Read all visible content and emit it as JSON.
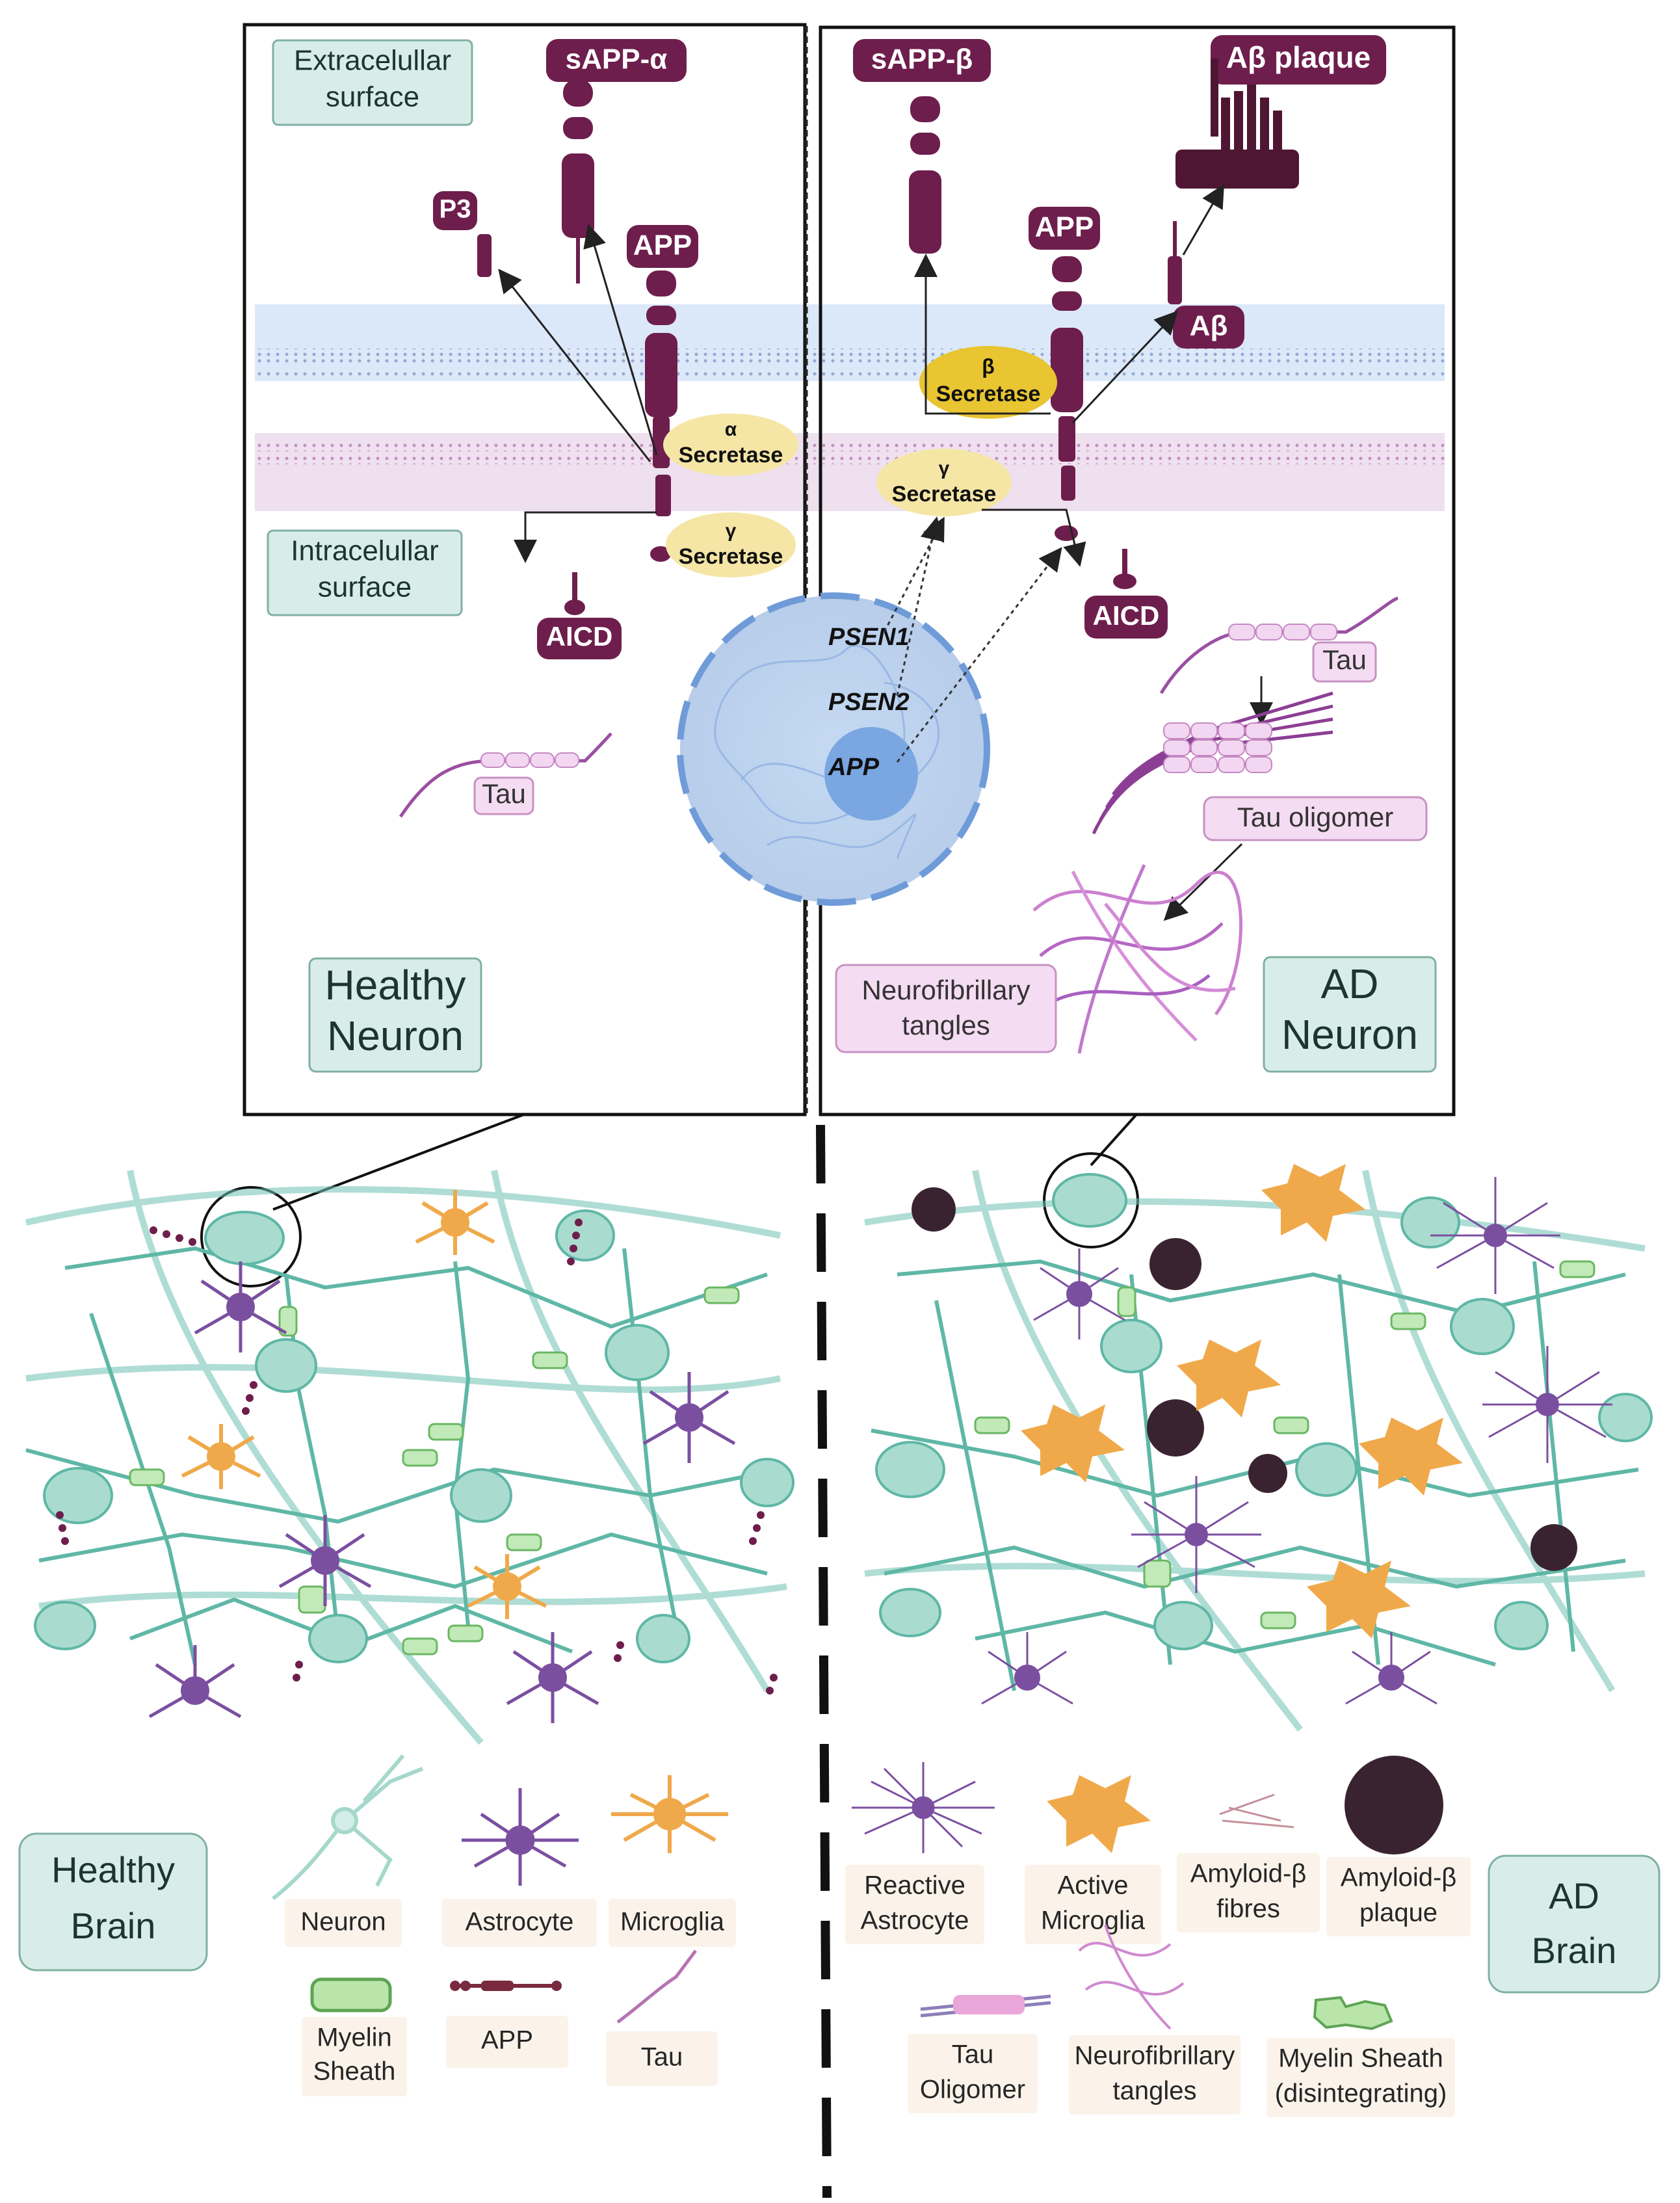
{
  "healthy_neuron": {
    "extracellular_label": [
      "Extracelullar",
      "surface"
    ],
    "intracellular_label": [
      "Intracelullar",
      "surface"
    ],
    "title": [
      "Healthy",
      "Neuron"
    ],
    "sapp_alpha": "sAPP-α",
    "p3": "P3",
    "app": "APP",
    "alpha_secretase": [
      "α",
      "Secretase"
    ],
    "gamma_secretase": [
      "γ",
      "Secretase"
    ],
    "aicd": "AICD",
    "tau": "Tau"
  },
  "ad_neuron": {
    "sapp_beta": "sAPP-β",
    "abeta_plaque": "Aβ plaque",
    "app": "APP",
    "abeta": "Aβ",
    "beta_secretase": [
      "β",
      "Secretase"
    ],
    "gamma_secretase": [
      "γ",
      "Secretase"
    ],
    "aicd": "AICD",
    "tau": "Tau",
    "tau_oligomer": "Tau oligomer",
    "nft": [
      "Neurofibrillary",
      "tangles"
    ],
    "title": [
      "AD",
      "Neuron"
    ]
  },
  "nucleus": {
    "genes": [
      "PSEN1",
      "PSEN2",
      "APP"
    ]
  },
  "healthy_brain": {
    "title": [
      "Healthy",
      "Brain"
    ],
    "legend": [
      {
        "label": [
          "Neuron"
        ],
        "icon": "neuron-icon"
      },
      {
        "label": [
          "Astrocyte"
        ],
        "icon": "astrocyte-icon"
      },
      {
        "label": [
          "Microglia"
        ],
        "icon": "microglia-icon"
      },
      {
        "label": [
          "Myelin",
          "Sheath"
        ],
        "icon": "myelin-sheath-icon"
      },
      {
        "label": [
          "APP"
        ],
        "icon": "app-icon"
      },
      {
        "label": [
          "Tau"
        ],
        "icon": "tau-icon"
      }
    ]
  },
  "ad_brain": {
    "title": [
      "AD",
      "Brain"
    ],
    "legend": [
      {
        "label": [
          "Reactive",
          "Astrocyte"
        ],
        "icon": "reactive-astrocyte-icon"
      },
      {
        "label": [
          "Active",
          "Microglia"
        ],
        "icon": "active-microglia-icon"
      },
      {
        "label": [
          "Amyloid-β",
          "fibres"
        ],
        "icon": "amyloid-fibres-icon"
      },
      {
        "label": [
          "Amyloid-β",
          "plaque"
        ],
        "icon": "amyloid-plaque-icon"
      },
      {
        "label": [
          "Tau",
          "Oligomer"
        ],
        "icon": "tau-oligomer-icon"
      },
      {
        "label": [
          "Neurofibrillary",
          "tangles"
        ],
        "icon": "nft-icon"
      },
      {
        "label": [
          "Myelin Sheath",
          "(disintegrating)"
        ],
        "icon": "disintegrating-myelin-icon"
      }
    ]
  },
  "colors": {
    "app_protein": "#6e1e4c",
    "neuron": "#6fc3b3",
    "astrocyte": "#7b4fa0",
    "microglia": "#f0a94a",
    "myelin": "#8fd48a",
    "label_mint": "#d9ede8",
    "label_pink": "#f4dcf2",
    "secretase_yellow": "#f5e6a6",
    "beta_secretase": "#e8c531",
    "membrane_blue": "#dde9f8",
    "membrane_pink": "#efe1ef",
    "nucleus": "#bdd3ee"
  }
}
